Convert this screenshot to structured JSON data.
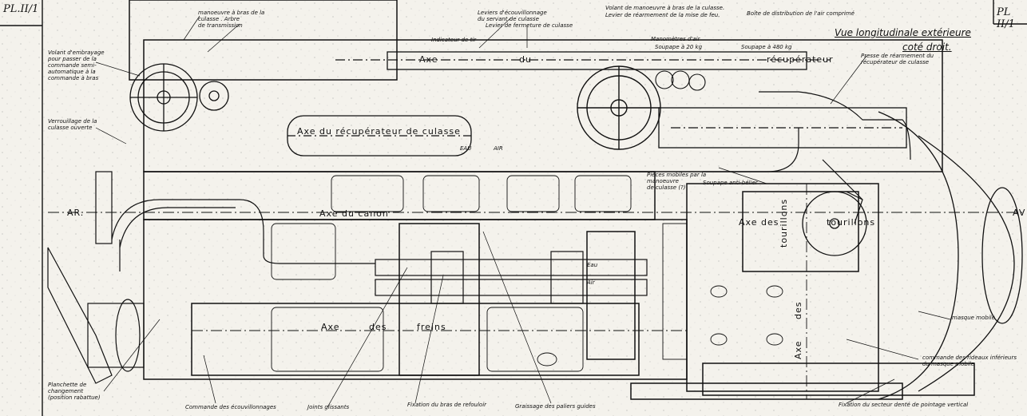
{
  "plate": {
    "left": "PL.II/1",
    "right": "PL II/1"
  },
  "title": {
    "line1": "Vue longitudinale extérieure",
    "line2": "coté droit."
  },
  "axes": {
    "axe": "Axe",
    "du": "du",
    "recuperateur": "récupérateur",
    "recup_culasse": "Axe du récupérateur de culasse",
    "canon": "Axe du canon",
    "tourillons_a": "Axe des",
    "tourillons_b": "tourillons",
    "tourillons_vert": "tourillons",
    "freins_a": "Axe",
    "freins_b": "des",
    "freins_c": "freins",
    "vert_axe": "Axe",
    "vert_des": "des",
    "ar": "AR.",
    "av": "AV"
  },
  "labels": {
    "volant_embrayage": "Volant d'embrayage\npour passer de la\ncommande semi-\nautomatique à la\ncommande à bras",
    "verrouillage": "Verrouillage de la\nculasse ouverte",
    "planchette": "Planchette de\nchangement\n(position rabattue)",
    "cmd_ecouvillonnages": "Commande des écouvillonnages",
    "joints": "Joints glissants",
    "fixation_bras": "Fixation du bras de refouloir",
    "graissage": "Graissage des paliers guides",
    "fixation_secteur": "Fixation du secteur denté de pointage vertical",
    "manoeuvre_bras": "manoeuvre à bras de la\nculasse . Arbre\nde transmission",
    "leviers_ecouv": "Leviers d'écouvillonnage\ndu servant de culasse",
    "levier_fermeture": "Levier de fermeture de culasse",
    "indicateur": "Indicateur de tir",
    "volant_manoeuvre": "Volant de manoeuvre à bras de la culasse.",
    "levier_rearmement": "Levier de réarmement de la mise de feu.",
    "boite_distribution": "Boîte de distribution de l'air comprimé",
    "manometres": "Manomètres d'air",
    "soupape_20": "Soupape à 20 kg",
    "soupape_480": "Soupape à 480 kg",
    "presse": "Presse de réarmement du\nrécupérateur de culasse",
    "soupape_anti": "Soupape anti-bélier",
    "pieces_mobiles": "Pièces mobiles par la\nmanoeuvre\nde culasse (?)",
    "masque": "masque mobile",
    "cmd_rideaux": "commande des rideaux inférieurs\ndu masque mobile",
    "eau": "Eau",
    "air": "Air",
    "eau2": "EAU",
    "air2": "AIR"
  }
}
